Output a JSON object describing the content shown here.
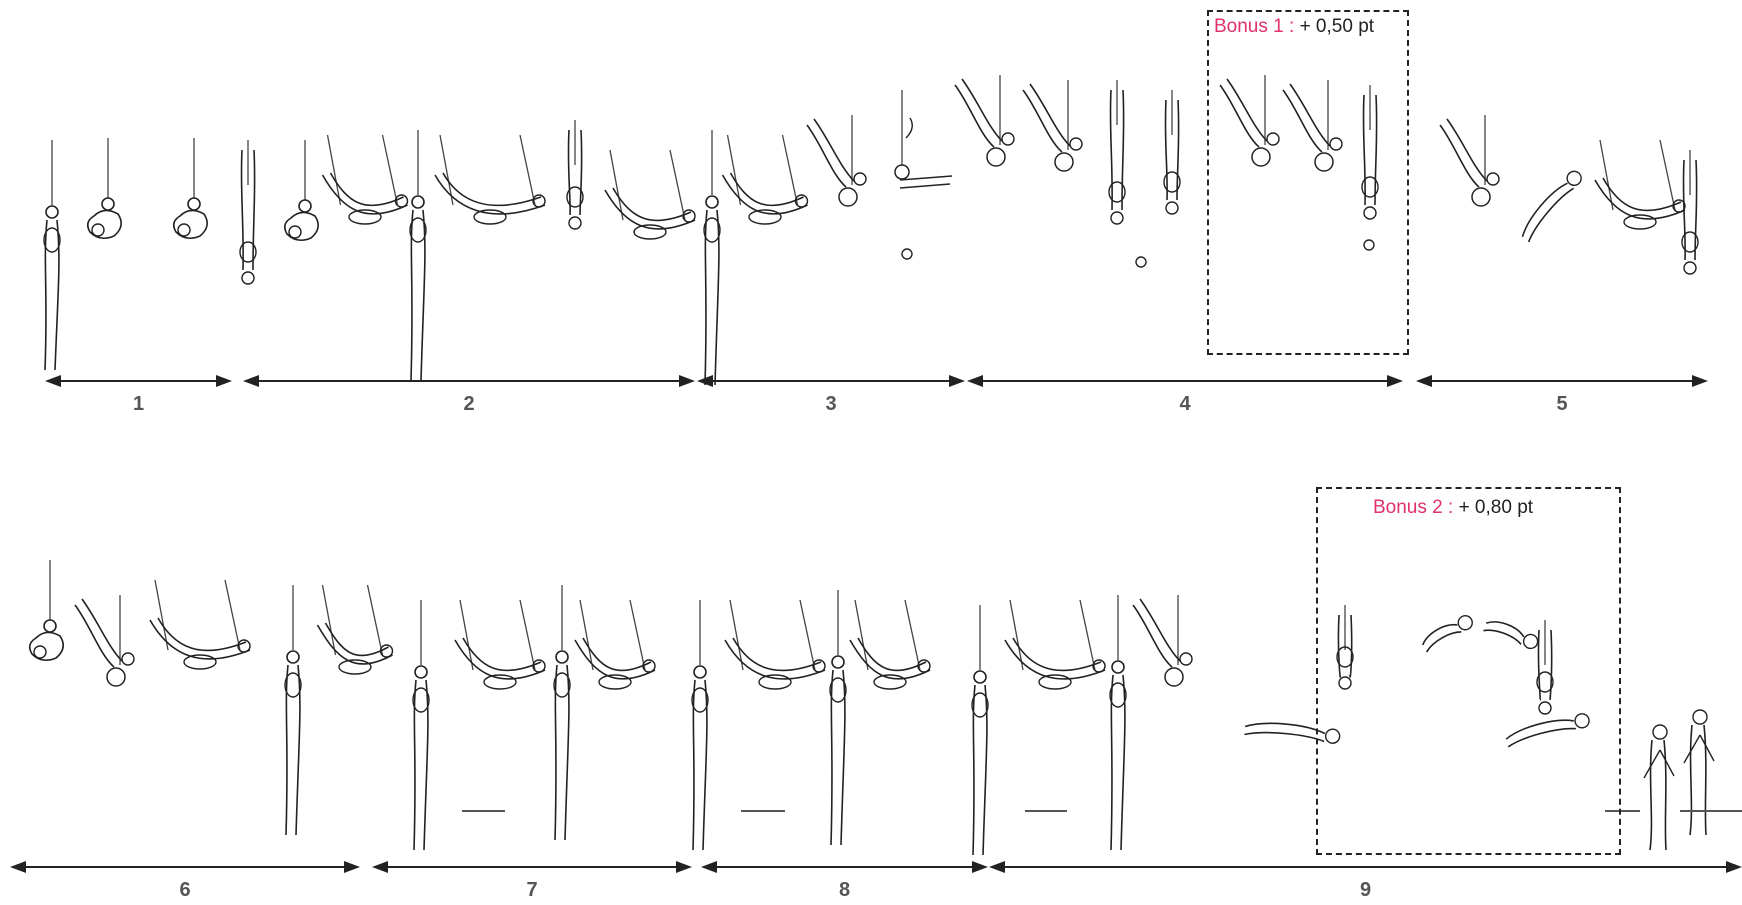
{
  "figure": {
    "type": "gymnastics-routine-sequence",
    "rows": [
      {
        "segments": [
          "1",
          "2",
          "3",
          "4",
          "5"
        ]
      },
      {
        "segments": [
          "6",
          "7",
          "8",
          "9"
        ]
      }
    ]
  },
  "bonuses": [
    {
      "name": "Bonus 1 :",
      "value": "+ 0,50 pt"
    },
    {
      "name": "Bonus 2 :",
      "value": "+ 0,80 pt"
    }
  ],
  "colors": {
    "bonus_label": "#e0306d",
    "ink": "#222222",
    "numbers": "#555555"
  }
}
